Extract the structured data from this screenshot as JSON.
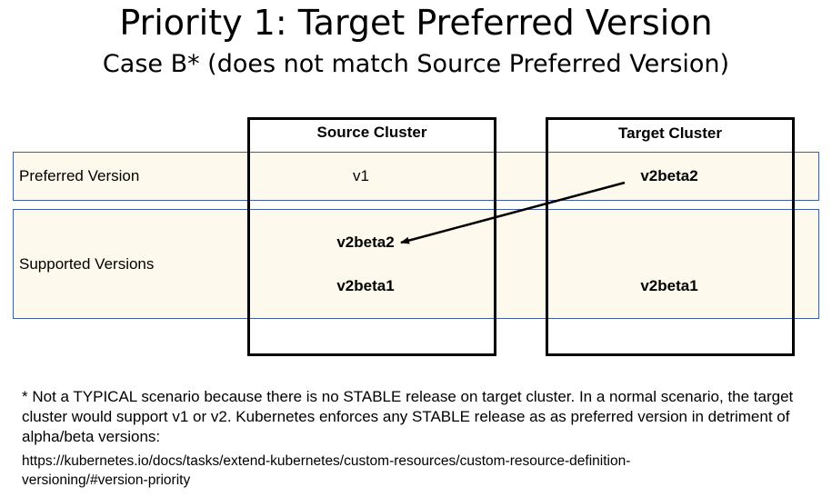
{
  "title": "Priority 1: Target Preferred Version",
  "subtitle": "Case B* (does not match Source Preferred Version)",
  "rows": {
    "preferred": "Preferred Version",
    "supported": "Supported Versions"
  },
  "source": {
    "header": "Source Cluster",
    "preferred": "v1",
    "supported": [
      "v2beta2",
      "v2beta1"
    ]
  },
  "target": {
    "header": "Target Cluster",
    "preferred": "v2beta2",
    "supported": [
      "v2beta1"
    ]
  },
  "arrow": {
    "from": "target.preferred",
    "to": "source.supported.0"
  },
  "footnote": "* Not a TYPICAL scenario because there is no STABLE release on target cluster. In a normal scenario, the target cluster would support v1 or v2. Kubernetes enforces any STABLE release as as preferred version in detriment of alpha/beta versions:",
  "url_line1": "https://kubernetes.io/docs/tasks/extend-kubernetes/custom-resources/custom-resource-definition-",
  "url_line2": "versioning/#version-priority"
}
